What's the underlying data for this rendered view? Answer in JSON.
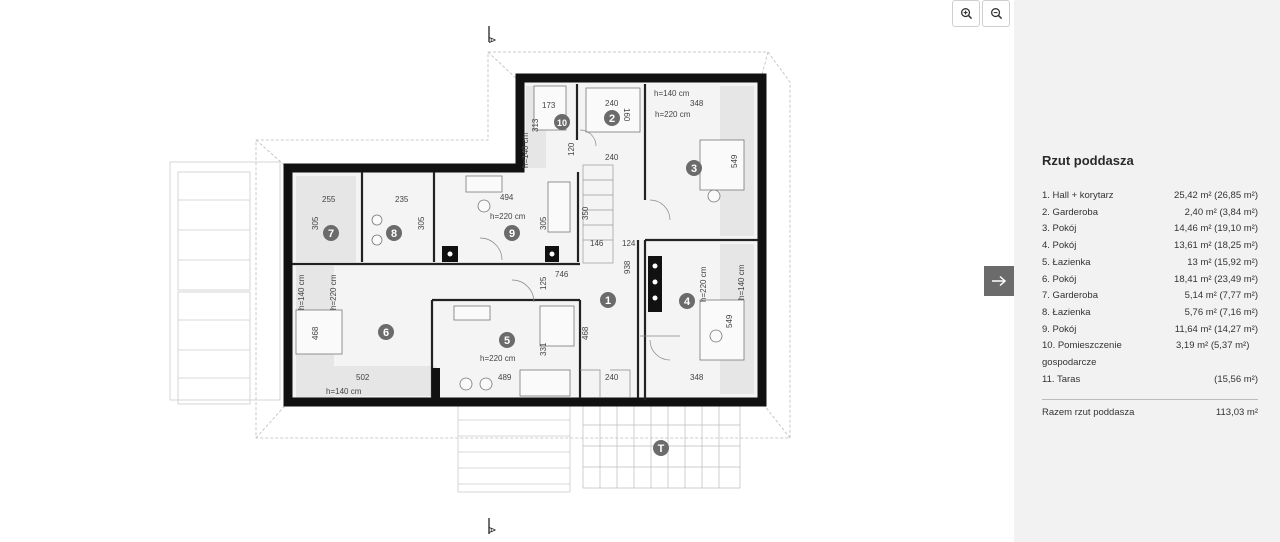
{
  "panel": {
    "title": "Rzut poddasza",
    "rooms": [
      {
        "name": "1. Hall + korytarz",
        "area": "25,42 m² (26,85 m²)"
      },
      {
        "name": "2. Garderoba",
        "area": "2,40 m² (3,84 m²)"
      },
      {
        "name": "3. Pokój",
        "area": "14,46 m² (19,10 m²)"
      },
      {
        "name": "4. Pokój",
        "area": "13,61 m² (18,25 m²)"
      },
      {
        "name": "5. Łazienka",
        "area": "13 m² (15,92 m²)"
      },
      {
        "name": "6. Pokój",
        "area": "18,41 m² (23,49 m²)"
      },
      {
        "name": "7. Garderoba",
        "area": "5,14 m² (7,77 m²)"
      },
      {
        "name": "8. Łazienka",
        "area": "5,76 m² (7,16 m²)"
      },
      {
        "name": "9. Pokój",
        "area": "11,64 m² (14,27 m²)"
      },
      {
        "name": "10. Pomieszczenie gospodarcze",
        "area": "3,19 m² (5,37 m²)"
      },
      {
        "name": "11. Taras",
        "area": "(15,56 m²)"
      }
    ],
    "total_label": "Razem rzut poddasza",
    "total_value": "113,03 m²"
  },
  "controls": {
    "zoom_in_icon": "zoom-in-icon",
    "zoom_out_icon": "zoom-out-icon",
    "next_icon": "arrow-right-icon"
  },
  "plan": {
    "section_marker": "A",
    "room_numbers": [
      "1",
      "2",
      "3",
      "4",
      "5",
      "6",
      "7",
      "8",
      "9",
      "10"
    ],
    "terrace_marker": "T",
    "dimensions": [
      "173",
      "240",
      "160",
      "h=140 cm",
      "348",
      "313",
      "h=220 cm",
      "120",
      "240",
      "549",
      "h=140 cm",
      "255",
      "235",
      "494",
      "305",
      "305",
      "h=220 cm",
      "305",
      "350",
      "146",
      "124",
      "938",
      "746",
      "125",
      "h=220 cm",
      "h=220 cm",
      "h=140 cm",
      "468",
      "h=220 cm",
      "331",
      "468",
      "549",
      "h=140 cm",
      "502",
      "489",
      "240",
      "348",
      "h=140 cm"
    ]
  },
  "colors": {
    "wall": "#111111",
    "panel_bg": "#f2f2f2",
    "floor": "#eeeeee",
    "next_button": "#6b6b6b"
  }
}
